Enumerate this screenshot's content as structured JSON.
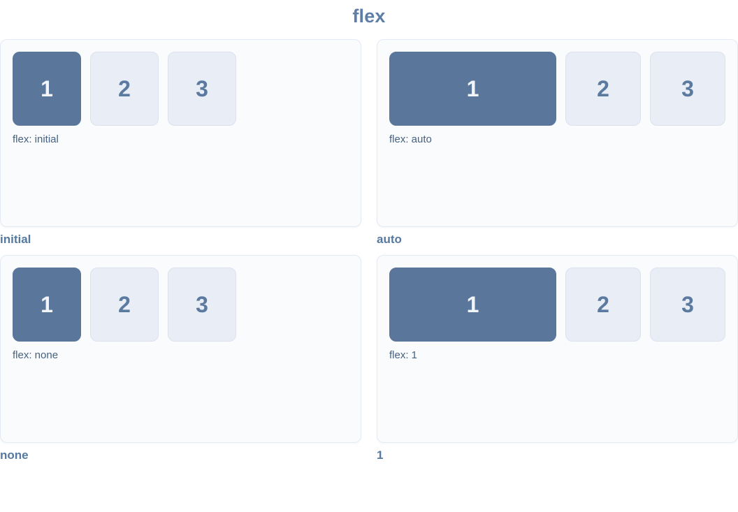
{
  "title": "flex",
  "colors": {
    "title_text": "#5e7ea8",
    "label_text": "#55799f",
    "caption_text": "#46617f",
    "item_active_bg": "#5b769b",
    "item_active_text": "#f1f5f9",
    "item_bg": "#e9edf5",
    "item_border": "#dbe2ee",
    "item_text": "#5b7a9f",
    "panel_bg": "#fafbfd",
    "panel_border": "#e4eaf3",
    "page_bg": "#ffffff"
  },
  "panels": [
    {
      "label": "initial",
      "caption": "flex: initial",
      "items": [
        {
          "value": "1"
        },
        {
          "value": "2"
        },
        {
          "value": "3"
        }
      ]
    },
    {
      "label": "auto",
      "caption": "flex: auto",
      "items": [
        {
          "value": "1"
        },
        {
          "value": "2"
        },
        {
          "value": "3"
        }
      ]
    },
    {
      "label": "none",
      "caption": "flex: none",
      "items": [
        {
          "value": "1"
        },
        {
          "value": "2"
        },
        {
          "value": "3"
        }
      ]
    },
    {
      "label": "1",
      "caption": "flex: 1",
      "items": [
        {
          "value": "1"
        },
        {
          "value": "2"
        },
        {
          "value": "3"
        }
      ]
    }
  ]
}
